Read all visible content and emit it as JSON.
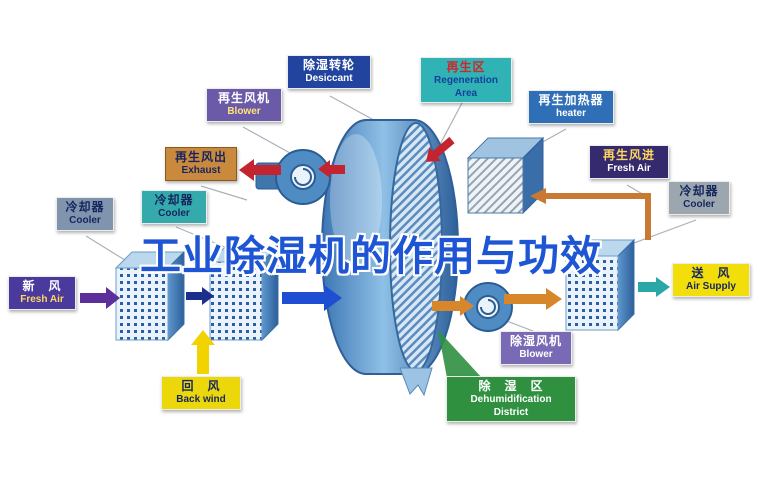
{
  "title": "工业除湿机的作用与功效",
  "labels": {
    "desiccant": {
      "zh": "除湿转轮",
      "en": "Desiccant"
    },
    "regen_area": {
      "zh": "再生区",
      "en": "Regeneration Area"
    },
    "regen_blower": {
      "zh": "再生风机",
      "en": "Blower"
    },
    "regen_heater": {
      "zh": "再生加热器",
      "en": "heater"
    },
    "regen_exhaust": {
      "zh": "再生风出",
      "en": "Exhaust"
    },
    "regen_fresh": {
      "zh": "再生风进",
      "en": "Fresh Air"
    },
    "cooler_left": {
      "zh": "冷却器",
      "en": "Cooler"
    },
    "cooler_mid": {
      "zh": "冷却器",
      "en": "Cooler"
    },
    "cooler_right": {
      "zh": "冷却器",
      "en": "Cooler"
    },
    "fresh_air_in": {
      "zh": "新　风",
      "en": "Fresh Air"
    },
    "air_supply": {
      "zh": "送　风",
      "en": "Air Supply"
    },
    "back_wind": {
      "zh": "回　风",
      "en": "Back wind"
    },
    "dehumid_blower": {
      "zh": "除湿风机",
      "en": "Blower"
    },
    "dehumid_district": {
      "zh": "除　湿　区",
      "en1": "Dehumidification",
      "en2": "District"
    }
  },
  "colors": {
    "title_blue": "#1d55d4",
    "rotor_blue": "#3c76b4",
    "process_arrow_blue": "#1e4fd2",
    "regen_arrow_red": "#c42430",
    "regen_arrow_orange": "#c87a32",
    "supply_arrow_teal": "#2aa8a8",
    "return_arrow_yellow": "#f0d300",
    "fresh_arrow_purple": "#5c2f9a",
    "district_green": "#2f9040"
  }
}
